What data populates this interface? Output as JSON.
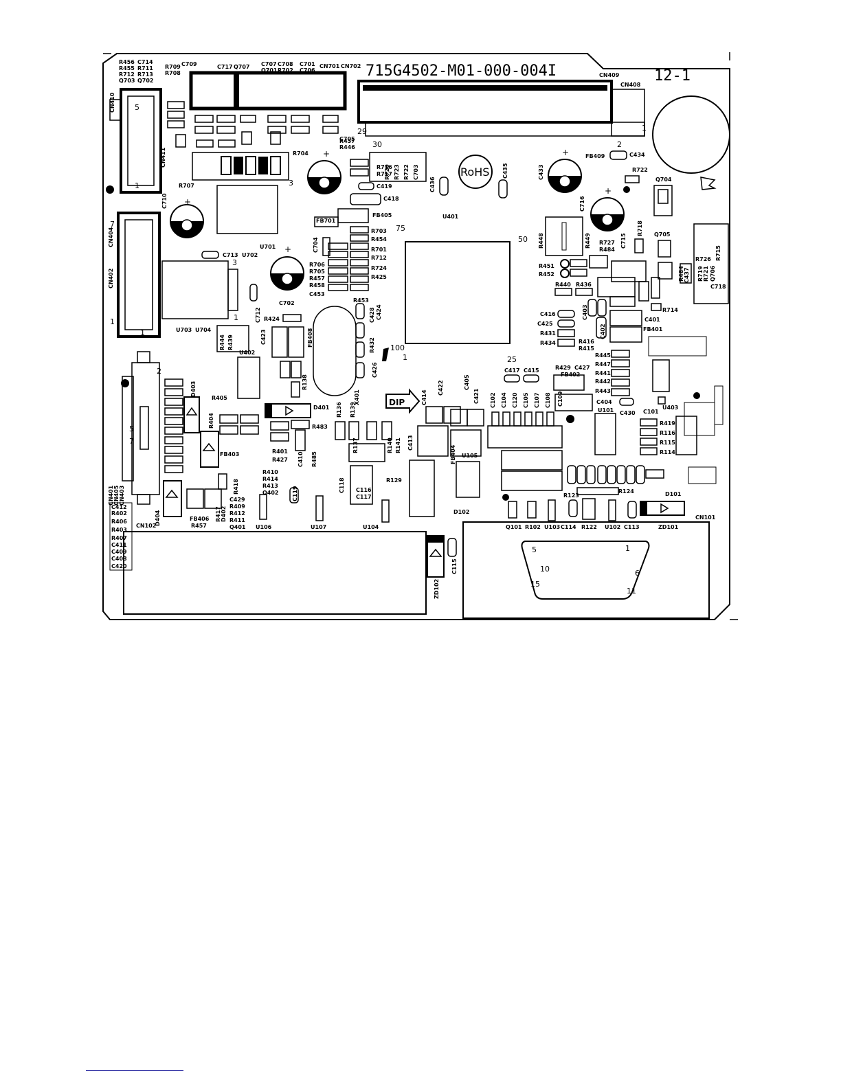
{
  "board": {
    "part_number": "715G4502-M01-000-004I",
    "page_ref": "12-1",
    "rohs": "RoHS",
    "dip_mark": "DIP"
  },
  "connectors": {
    "cn409": "CN409",
    "cn408": "CN408",
    "cn410": "CN410",
    "cn411": "CN411",
    "cn404": "CN404",
    "cn402": "CN402",
    "cn401": "CN401",
    "cn102": "CN102",
    "cn101": "CN101",
    "cn701": "CN701",
    "cn702": "CN702",
    "cn405": "CN405",
    "cn403": "CN403"
  },
  "ics": {
    "u401": "U401",
    "u701": "U701",
    "u702": "U702",
    "u703": "U703",
    "u704": "U704",
    "u402": "U402",
    "u403": "U403",
    "u101": "U101",
    "u102": "U102",
    "u103": "U103",
    "u104": "U104",
    "u105": "U105",
    "u106": "U106",
    "u107": "U107",
    "x401": "X401"
  },
  "caps": {
    "c702": "C702",
    "c710": "C710",
    "c433": "C433",
    "c716": "C716",
    "c434": "C434",
    "c436": "C436",
    "c435": "C435",
    "c419": "C419",
    "c418": "C418",
    "c713": "C713",
    "c712": "C712",
    "c704": "C704",
    "c453": "C453",
    "c423": "C423",
    "c428": "C428",
    "c424": "C424",
    "c426": "C426",
    "c705": "C705",
    "c703": "C703",
    "c709": "C709",
    "c717": "C717",
    "c707": "C707",
    "c708": "C708",
    "c701": "C701",
    "c706": "C706",
    "c714": "C714",
    "c715": "C715",
    "c437": "C437",
    "c718": "C718",
    "c416": "C416",
    "c425": "C425",
    "c403": "C403",
    "c402": "C402",
    "c401": "C401",
    "c417": "C417",
    "c415": "C415",
    "c427": "C427",
    "c404": "C404",
    "c430": "C430",
    "c101": "C101",
    "c410": "C410",
    "c414": "C414",
    "c422": "C422",
    "c405": "C405",
    "c421": "C421",
    "c413": "C413",
    "c118": "C118",
    "c119": "C119",
    "c116": "C116",
    "c117": "C117",
    "c115": "C115",
    "c114": "C114",
    "c113": "C113",
    "c102": "C102",
    "c104": "C104",
    "c120": "C120",
    "c105": "C105",
    "c107": "C107",
    "c108": "C108",
    "c109": "C109",
    "c429": "C429",
    "c412": "C412",
    "c411": "C411",
    "c409": "C409",
    "c408": "C408",
    "c420": "C420"
  },
  "resistors": {
    "r456": "R456",
    "r455": "R455",
    "r711": "R711",
    "r713": "R713",
    "r709": "R709",
    "r708": "R708",
    "r707": "R707",
    "r704": "R704",
    "r437": "R437",
    "r446": "R446",
    "r716": "R716",
    "r717": "R717",
    "r720": "R720",
    "r723": "R723",
    "r722": "R722",
    "r703": "R703",
    "r454": "R454",
    "r701": "R701",
    "r712": "R712",
    "r724": "R724",
    "r425": "R425",
    "r706": "R706",
    "r705": "R705",
    "r457": "R457",
    "r458": "R458",
    "r453": "R453",
    "r424": "R424",
    "r444": "R444",
    "r439": "R439",
    "r432": "R432",
    "r448": "R448",
    "r449": "R449",
    "r727": "R727",
    "r484": "R484",
    "r718": "R718",
    "r451": "R451",
    "r452": "R452",
    "r440": "R440",
    "r436": "R436",
    "r714": "R714",
    "r726": "R726",
    "r715": "R715",
    "r719": "R719",
    "r721": "R721",
    "r431": "R431",
    "r434": "R434",
    "r416": "R416",
    "r415": "R415",
    "r445": "R445",
    "r447": "R447",
    "r441": "R441",
    "r442": "R442",
    "r443": "R443",
    "r429": "R429",
    "r405": "R405",
    "r404": "R404",
    "r138": "R138",
    "r401": "R401",
    "r427": "R427",
    "r483": "R483",
    "r485": "R485",
    "r136": "R136",
    "r139": "R139",
    "r137": "R137",
    "r140": "R140",
    "r141": "R141",
    "r410": "R410",
    "r414": "R414",
    "r413": "R413",
    "r418": "R418",
    "r417": "R417",
    "r409": "R409",
    "r412": "R412",
    "r411": "R411",
    "r129": "R129",
    "r123": "R123",
    "r124": "R124",
    "r122": "R122",
    "r102": "R102",
    "r419": "R419",
    "r116": "R116",
    "r115": "R115",
    "r114": "R114",
    "r402": "R402",
    "r406": "R406",
    "r403": "R403",
    "r407": "R407"
  },
  "misc": {
    "q703": "Q703",
    "q702": "Q702",
    "q707": "Q707",
    "q701": "Q701",
    "r702": "R702",
    "q704": "Q704",
    "q705": "Q705",
    "q706": "Q706",
    "q402": "Q402",
    "q401": "Q401",
    "q101": "Q101",
    "fb701": "FB701",
    "fb405": "FB405",
    "fb409": "FB409",
    "fb406": "FB406",
    "fb402": "FB402",
    "fb401": "FB401",
    "fb403": "FB403",
    "fb404": "FB404",
    "fb408": "FB408",
    "d401": "D401",
    "d403": "D403",
    "d404": "D404",
    "d402": "D402",
    "d101": "D101",
    "d102": "D102",
    "zd101": "ZD101",
    "zd102": "ZD102"
  },
  "pins": {
    "p75": "75",
    "p50": "50",
    "p25": "25",
    "p100": "100",
    "p1": "1",
    "p29": "29",
    "p30": "30",
    "p2": "2",
    "p3": "3",
    "p5": "5",
    "p6": "6",
    "p7": "7",
    "p10": "10",
    "p11": "11",
    "p15": "15",
    "plus": "+"
  }
}
